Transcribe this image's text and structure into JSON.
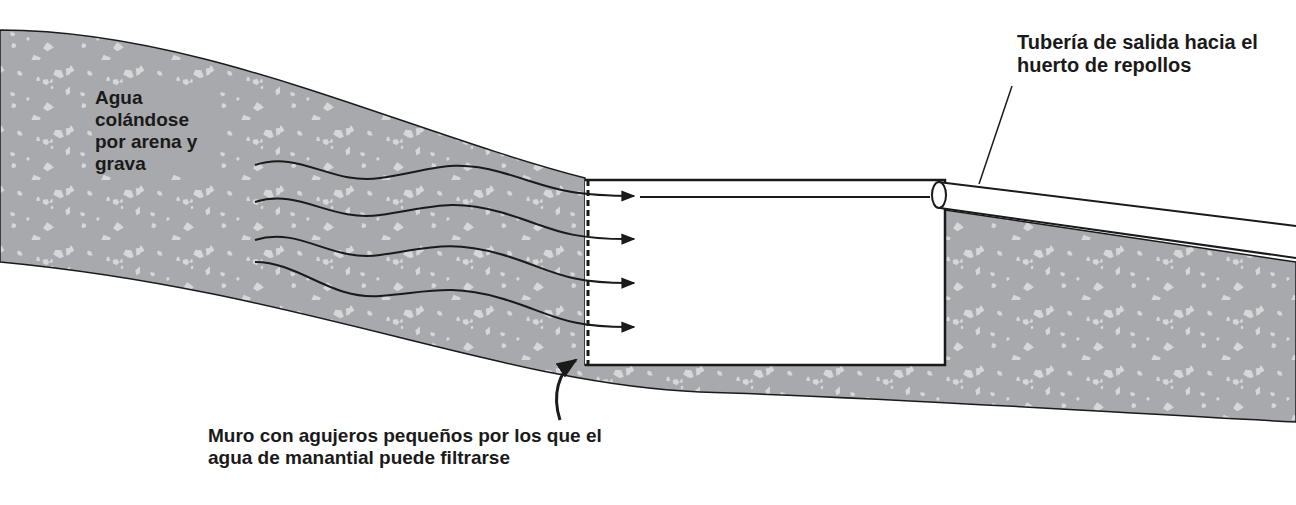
{
  "diagram": {
    "labels": [
      "Agua colándose por arena y grava",
      "Tubería de salida hacia el huerto de repollos",
      "Muro con agujeros pequeños por los que el agua de manantial puede filtrarse"
    ]
  }
}
